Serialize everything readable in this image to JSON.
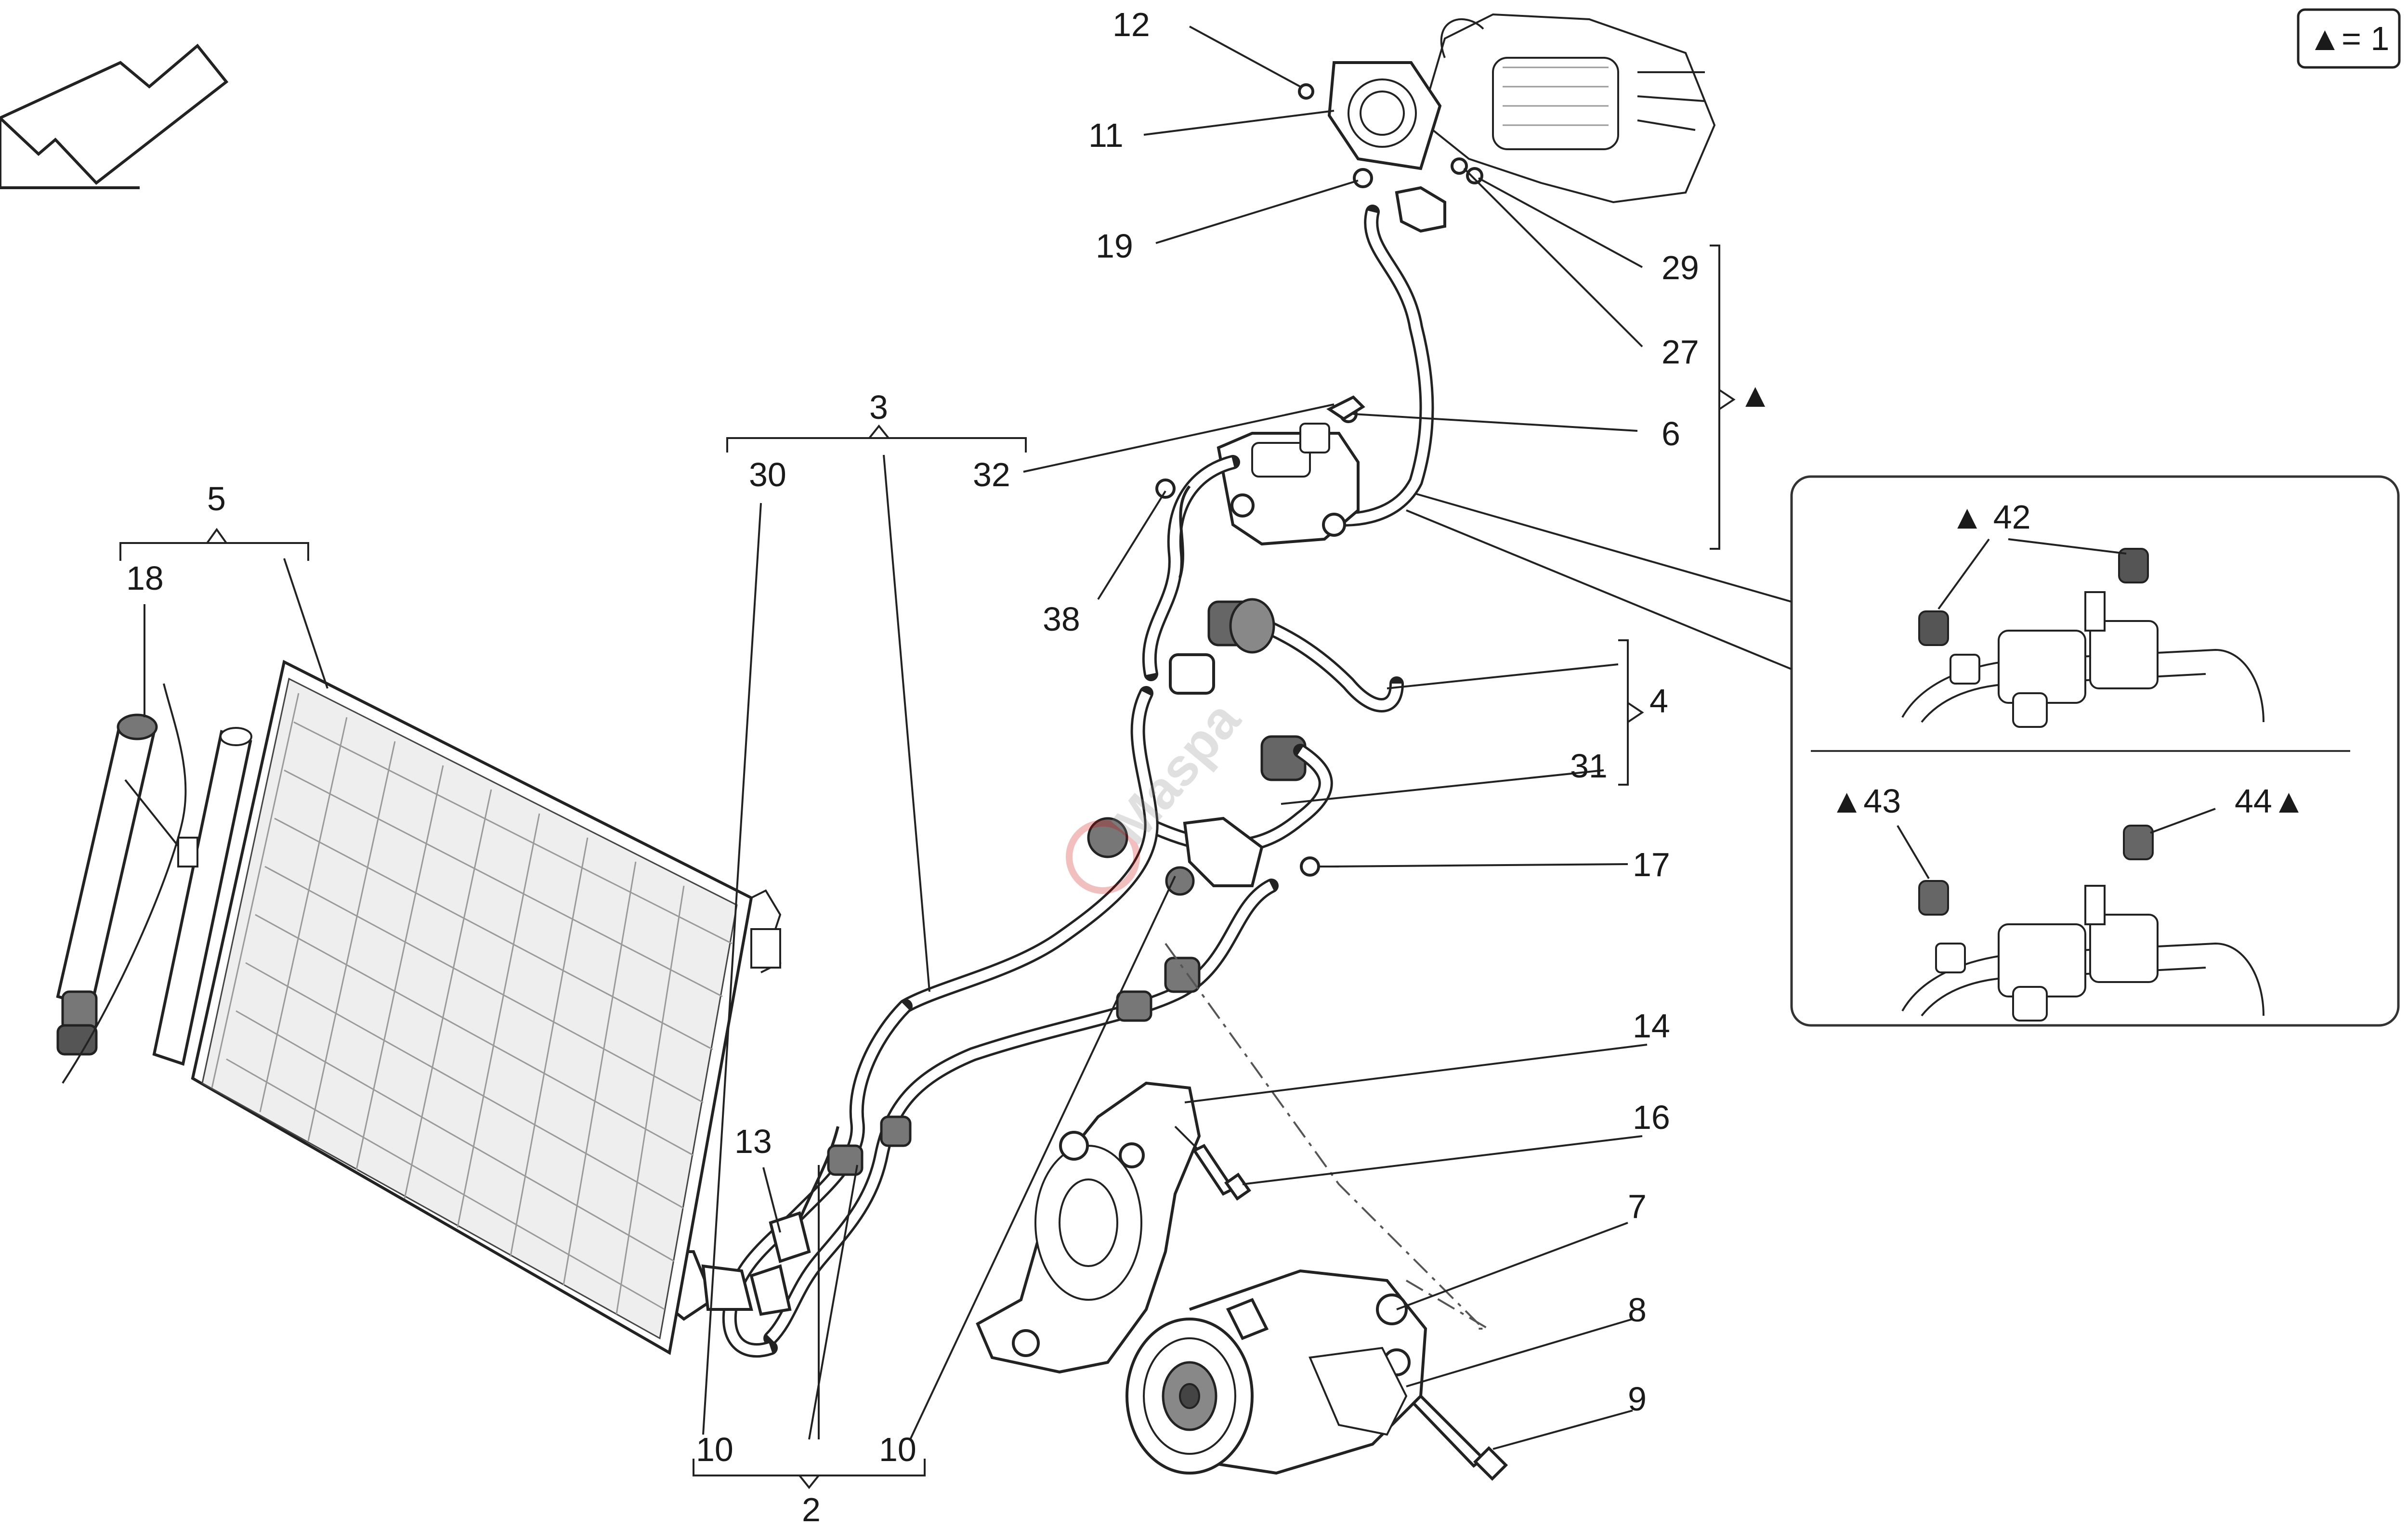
{
  "legend": {
    "text": "▲= 1"
  },
  "labels": {
    "l12": "12",
    "l11": "11",
    "l19": "19",
    "l29": "29",
    "l27": "27",
    "l6": "6",
    "l3": "3",
    "l30": "30",
    "l32": "32",
    "l38": "38",
    "l5": "5",
    "l18": "18",
    "l4": "4",
    "l31": "31",
    "l17": "17",
    "l14": "14",
    "l16": "16",
    "l13": "13",
    "l7": "7",
    "l8": "8",
    "l9": "9",
    "l10a": "10",
    "l10b": "10",
    "l2": "2",
    "l42": "▲ 42",
    "l43": "▲43",
    "l44": "44▲",
    "bracket_mark": "▲"
  },
  "watermark": {
    "text": "Maspa"
  }
}
